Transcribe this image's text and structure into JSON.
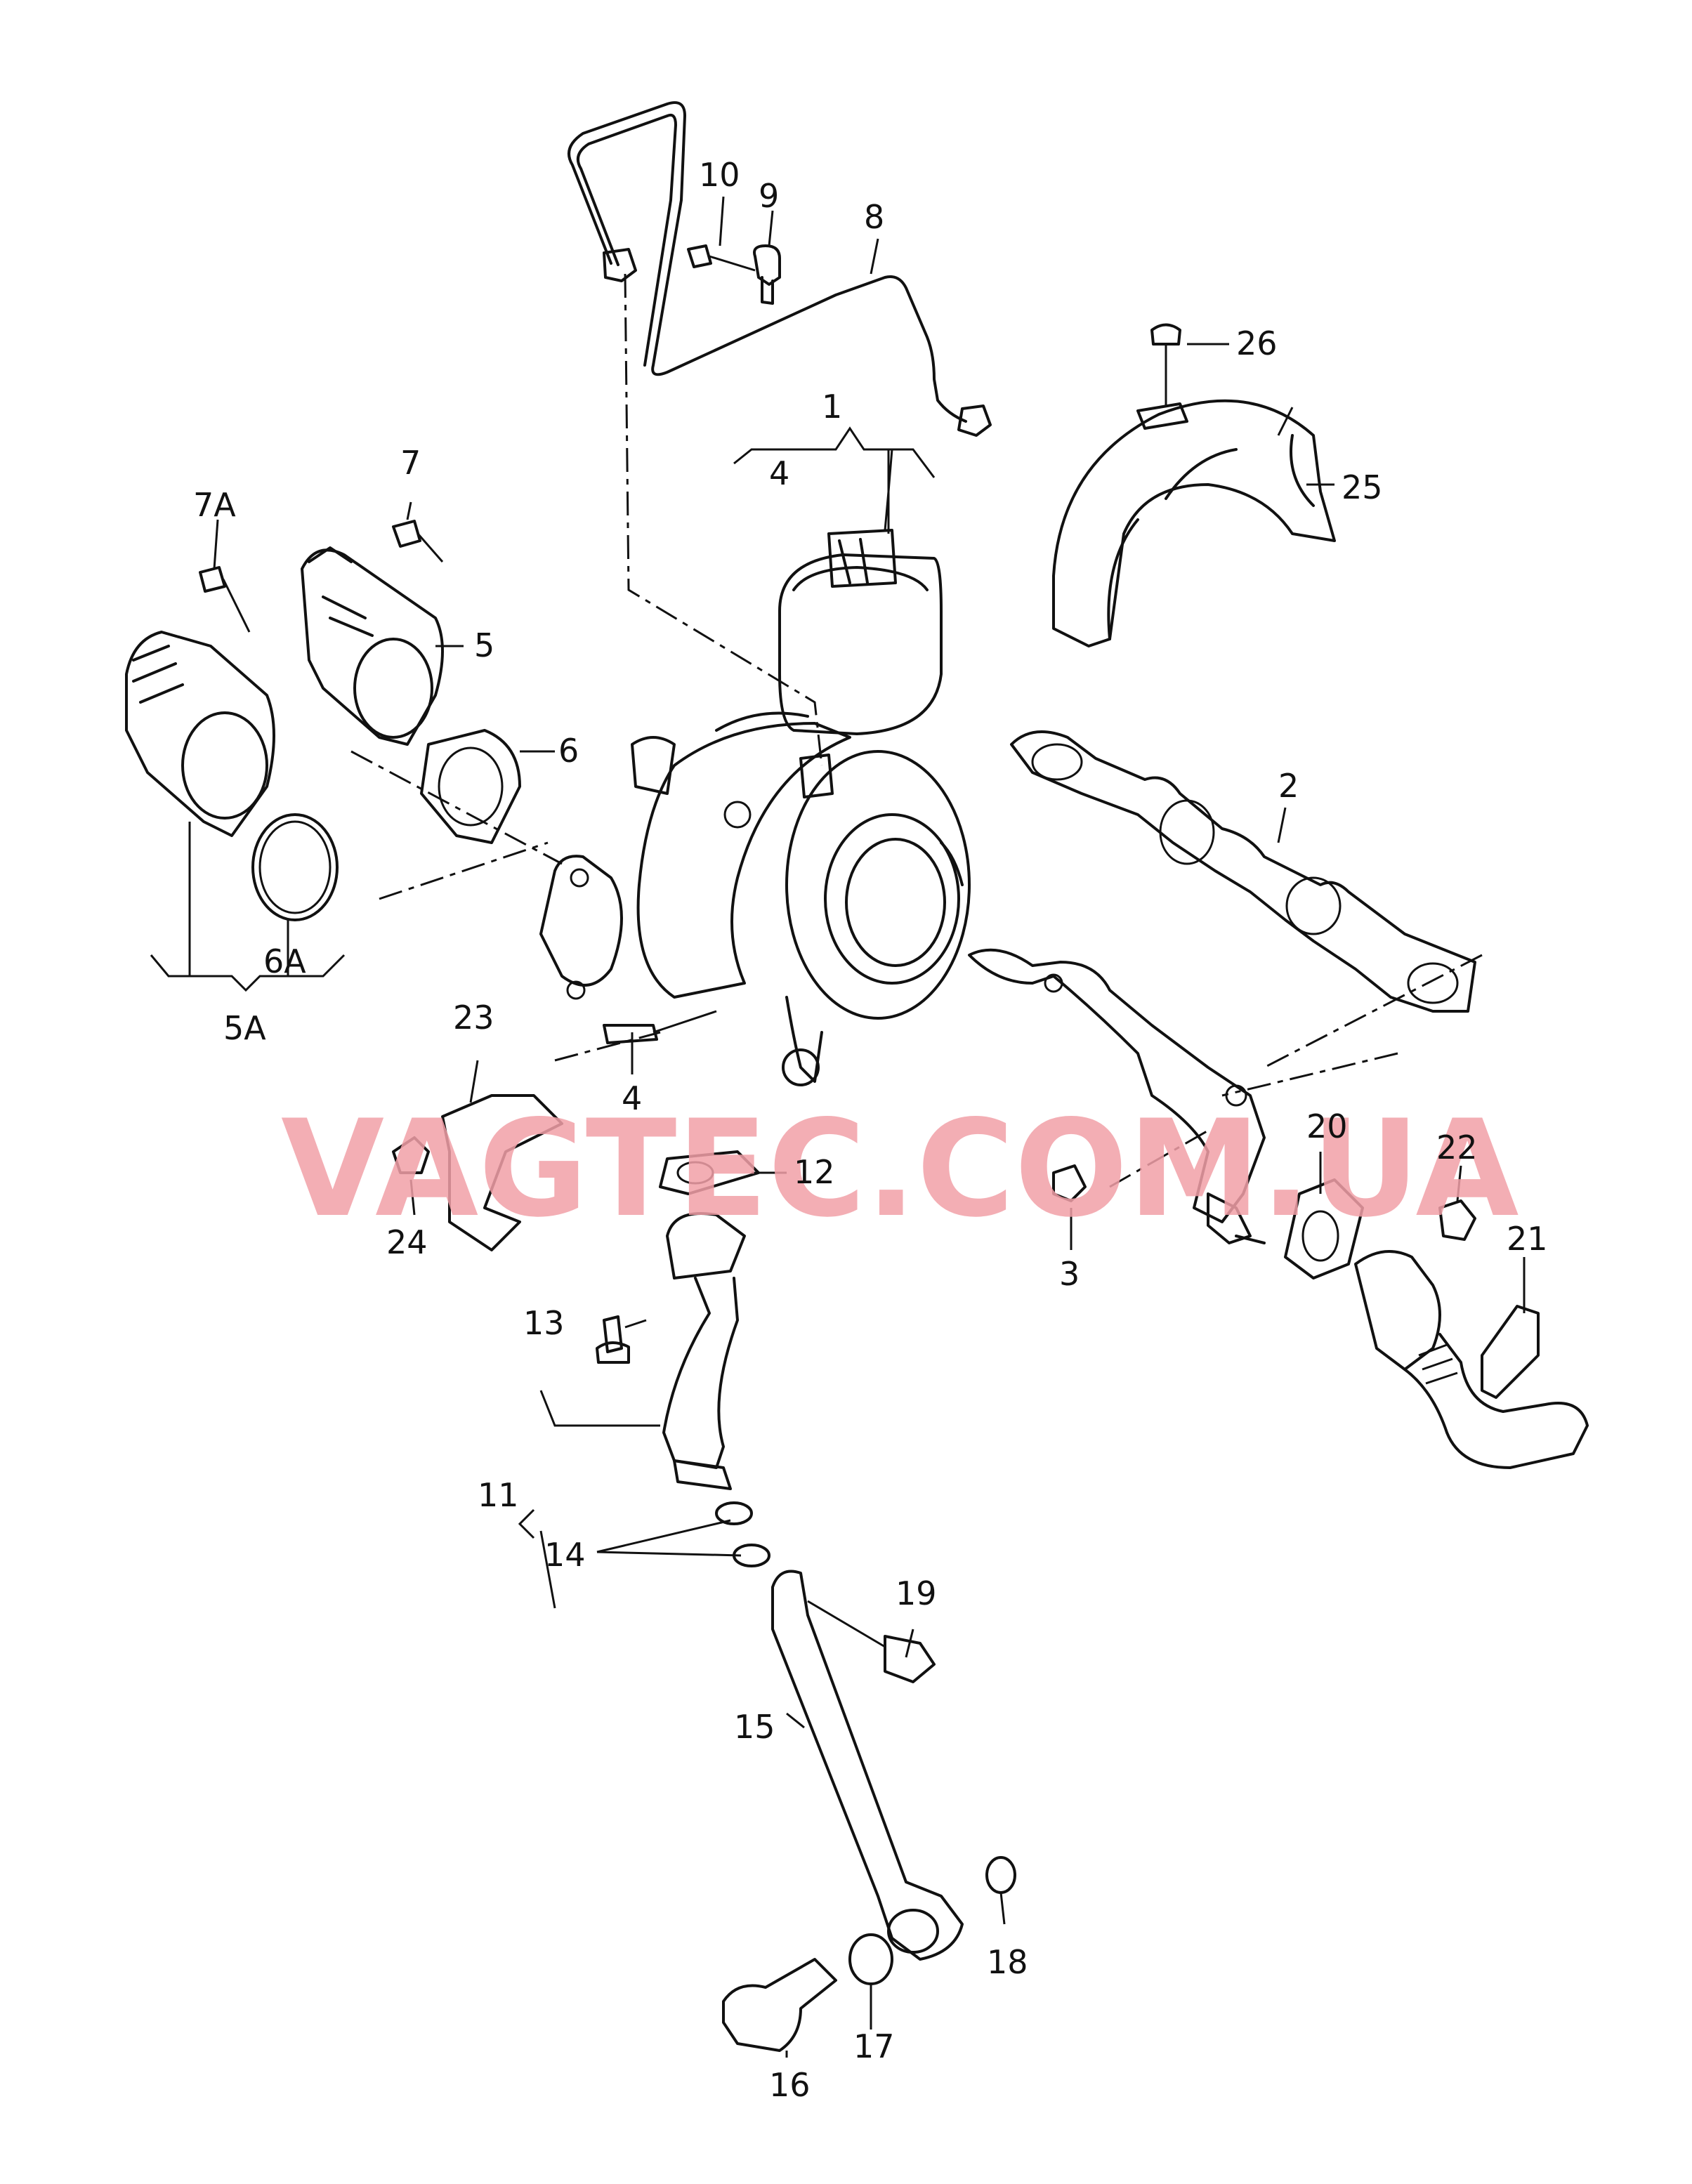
{
  "watermark": "VAGTEC.COM.UA",
  "callouts": {
    "c1": "1",
    "c2": "2",
    "c3": "3",
    "c4a": "4",
    "c4b": "4",
    "c5": "5",
    "c5A": "5A",
    "c6": "6",
    "c6A": "6A",
    "c7": "7",
    "c7A": "7A",
    "c8": "8",
    "c9": "9",
    "c10": "10",
    "c11": "11",
    "c12": "12",
    "c13": "13",
    "c14": "14",
    "c15": "15",
    "c16": "16",
    "c17": "17",
    "c18": "18",
    "c19": "19",
    "c20": "20",
    "c21": "21",
    "c22": "22",
    "c23": "23",
    "c24": "24",
    "c25": "25",
    "c26": "26"
  }
}
